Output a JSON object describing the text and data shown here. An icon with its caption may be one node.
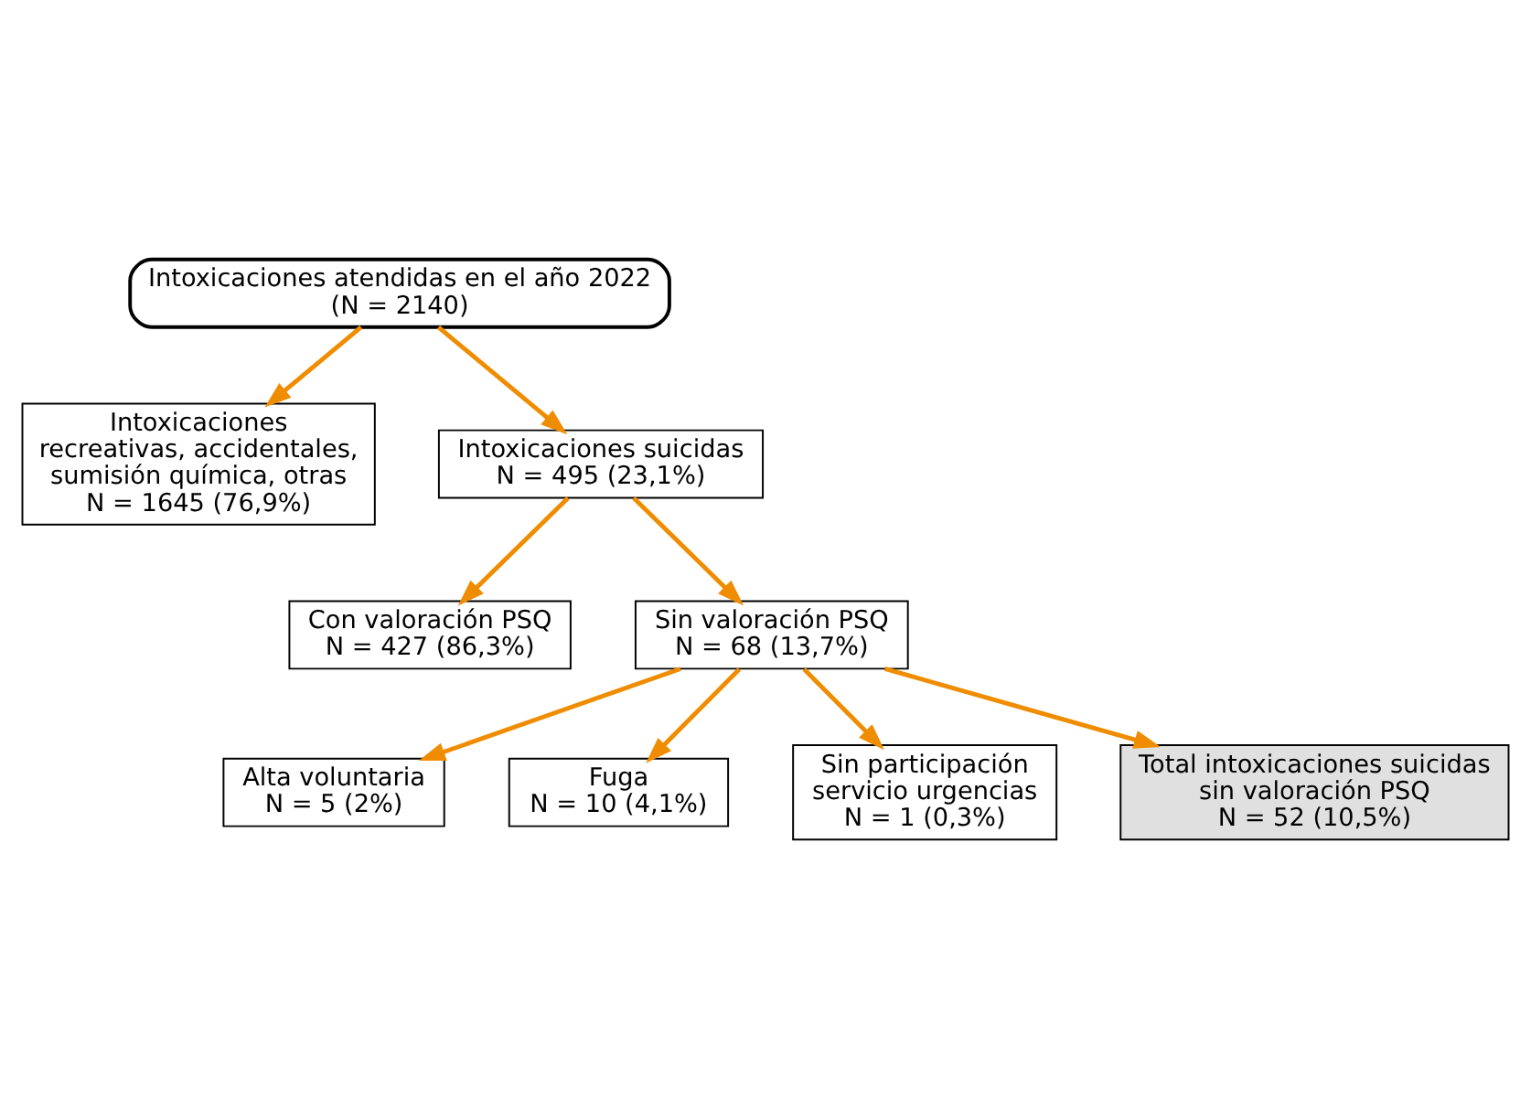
{
  "diagram": {
    "nodes": [
      {
        "text": [
          "Intoxicaciones atendidas en el año 2022",
          "(N = 2140)"
        ]
      },
      {
        "text": [
          "Intoxicaciones recreativas, accidentales, sumisión química, otras",
          "N = 1645 (76,9%)"
        ]
      },
      {
        "text": [
          "Intoxicaciones suicidas",
          "N = 495 (23,1%)"
        ]
      },
      {
        "text": [
          "Con valoración PSQ",
          "N = 427 (86,3%)"
        ]
      },
      {
        "text": [
          "Sin valoración PSQ",
          "N = 68 (13,7%)"
        ]
      },
      {
        "text": [
          "Alta voluntaria",
          "N = 5 (2%)"
        ]
      },
      {
        "text": [
          "Fuga",
          "N = 10 (4,1%)"
        ]
      },
      {
        "text": [
          "Sin participación servicio urgencias",
          "N = 1 (0,3%)"
        ]
      },
      {
        "text": [
          "Total intoxicaciones suicidas sin valoración PSQ",
          "N = 52 (10,5%)"
        ]
      }
    ],
    "edges": [
      {
        "from": 0,
        "to": 1,
        "arrow": "to"
      },
      {
        "from": 0,
        "to": 2,
        "arrow": "to"
      },
      {
        "from": 2,
        "to": 3,
        "arrow": "to"
      },
      {
        "from": 2,
        "to": 4,
        "arrow": "to"
      },
      {
        "from": 4,
        "to": 5,
        "arrow": "to"
      },
      {
        "from": 4,
        "to": 6,
        "arrow": "to"
      },
      {
        "from": 4,
        "to": 7,
        "arrow": "to"
      },
      {
        "from": 4,
        "to": 8,
        "arrow": "to"
      }
    ]
  }
}
